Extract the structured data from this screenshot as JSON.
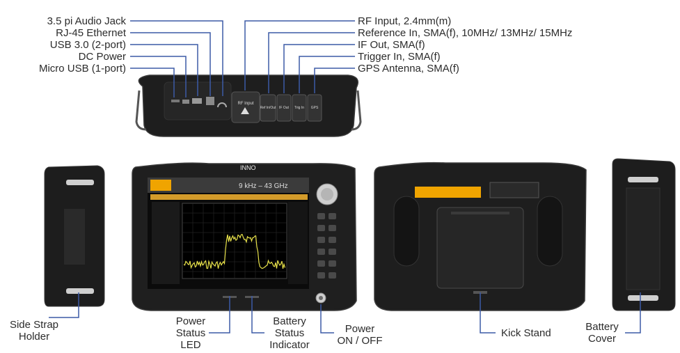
{
  "colors": {
    "leader_line": "#3c5aa6",
    "device_body": "#222222",
    "device_edge": "#3a3a3a",
    "screen_bg": "#0b0b0b",
    "trace": "#e7e14a",
    "label_strip": "#f0a400"
  },
  "top_left_labels": [
    "3.5 pi Audio Jack",
    "RJ-45 Ethernet",
    "USB 3.0 (2-port)",
    "DC Power",
    "Micro USB (1-port)"
  ],
  "top_right_labels": [
    "RF Input, 2.4mm(m)",
    "Reference In, SMA(f), 10MHz/ 13MHz/ 15MHz",
    "IF Out, SMA(f)",
    "Trigger In, SMA(f)",
    "GPS Antenna, SMA(f)"
  ],
  "top_panel": {
    "port_rf": "RF Input",
    "port_ref": "Ref In/Out",
    "port_if": "IF Out",
    "port_trig": "Trig In",
    "port_gps": "GPS"
  },
  "front": {
    "logo": "INNO",
    "freq_range": "9 kHz – 43 GHz"
  },
  "bottom_labels": {
    "side_strap": "Side Strap\nHolder",
    "power_status": "Power\nStatus\nLED",
    "battery_status": "Battery\nStatus\nIndicator",
    "power_onoff": "Power\nON / OFF",
    "kick_stand": "Kick Stand",
    "battery_cover": "Battery\nCover"
  }
}
